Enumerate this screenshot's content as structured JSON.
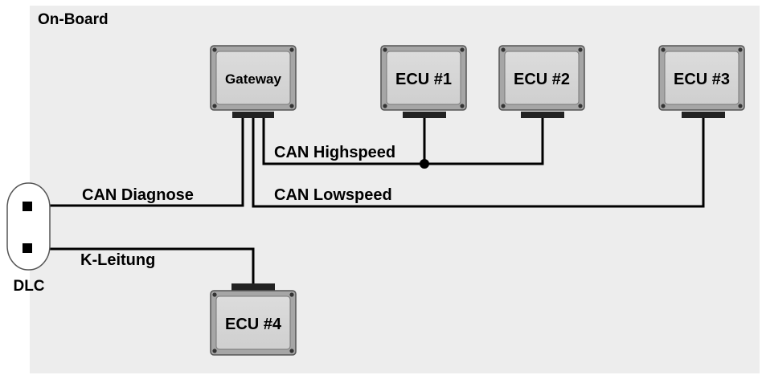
{
  "region": {
    "title": "On-Board"
  },
  "connector": {
    "label": "DLC"
  },
  "modules": {
    "gateway": "Gateway",
    "ecu1": "ECU #1",
    "ecu2": "ECU #2",
    "ecu3": "ECU #3",
    "ecu4": "ECU #4"
  },
  "buses": {
    "can_highspeed": "CAN Highspeed",
    "can_lowspeed": "CAN Lowspeed",
    "can_diagnose": "CAN Diagnose",
    "k_leitung": "K-Leitung"
  },
  "colors": {
    "onboard_bg": "#ededed",
    "module_outer": "#a6a6a6",
    "module_inner": "#d4d4d4",
    "wire": "#000000"
  }
}
